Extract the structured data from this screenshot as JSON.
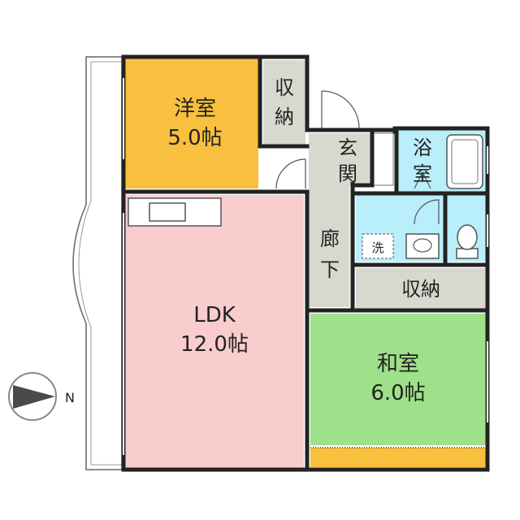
{
  "rooms": {
    "western": {
      "name": "洋室",
      "size": "5.0帖"
    },
    "closet1": {
      "line1": "収",
      "line2": "納"
    },
    "entrance": {
      "line1": "玄",
      "line2": "関"
    },
    "bath": {
      "line1": "浴",
      "line2": "室"
    },
    "ldk": {
      "name": "LDK",
      "size": "12.0帖"
    },
    "hallway": {
      "line1": "廊",
      "line2": "下"
    },
    "washer": {
      "label": "洗"
    },
    "closet2": {
      "label": "収納"
    },
    "japanese": {
      "name": "和室",
      "size": "6.0帖"
    }
  },
  "compass": {
    "label": "N"
  },
  "colors": {
    "western": "#f8c03e",
    "ldk": "#f9cccd",
    "japanese": "#9fe08a",
    "closet": "#d9d8cf",
    "wet": "#b9eefb",
    "tatami_strip": "#f8c03e",
    "wall": "#222222"
  }
}
